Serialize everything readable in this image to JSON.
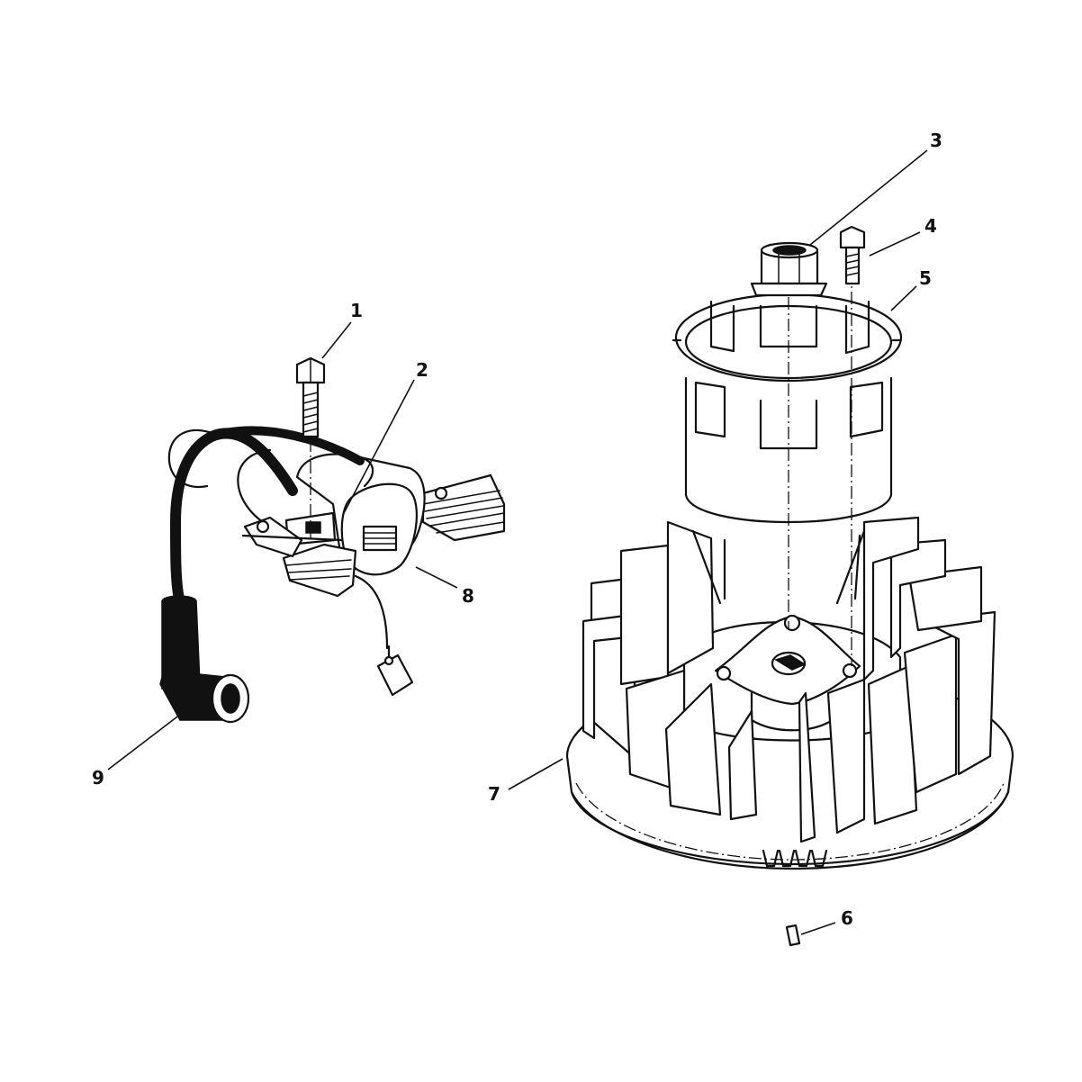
{
  "callouts": [
    "1",
    "2",
    "3",
    "4",
    "5",
    "6",
    "7",
    "8",
    "9"
  ],
  "colors": {
    "ink": "#111111",
    "paper": "#ffffff"
  }
}
